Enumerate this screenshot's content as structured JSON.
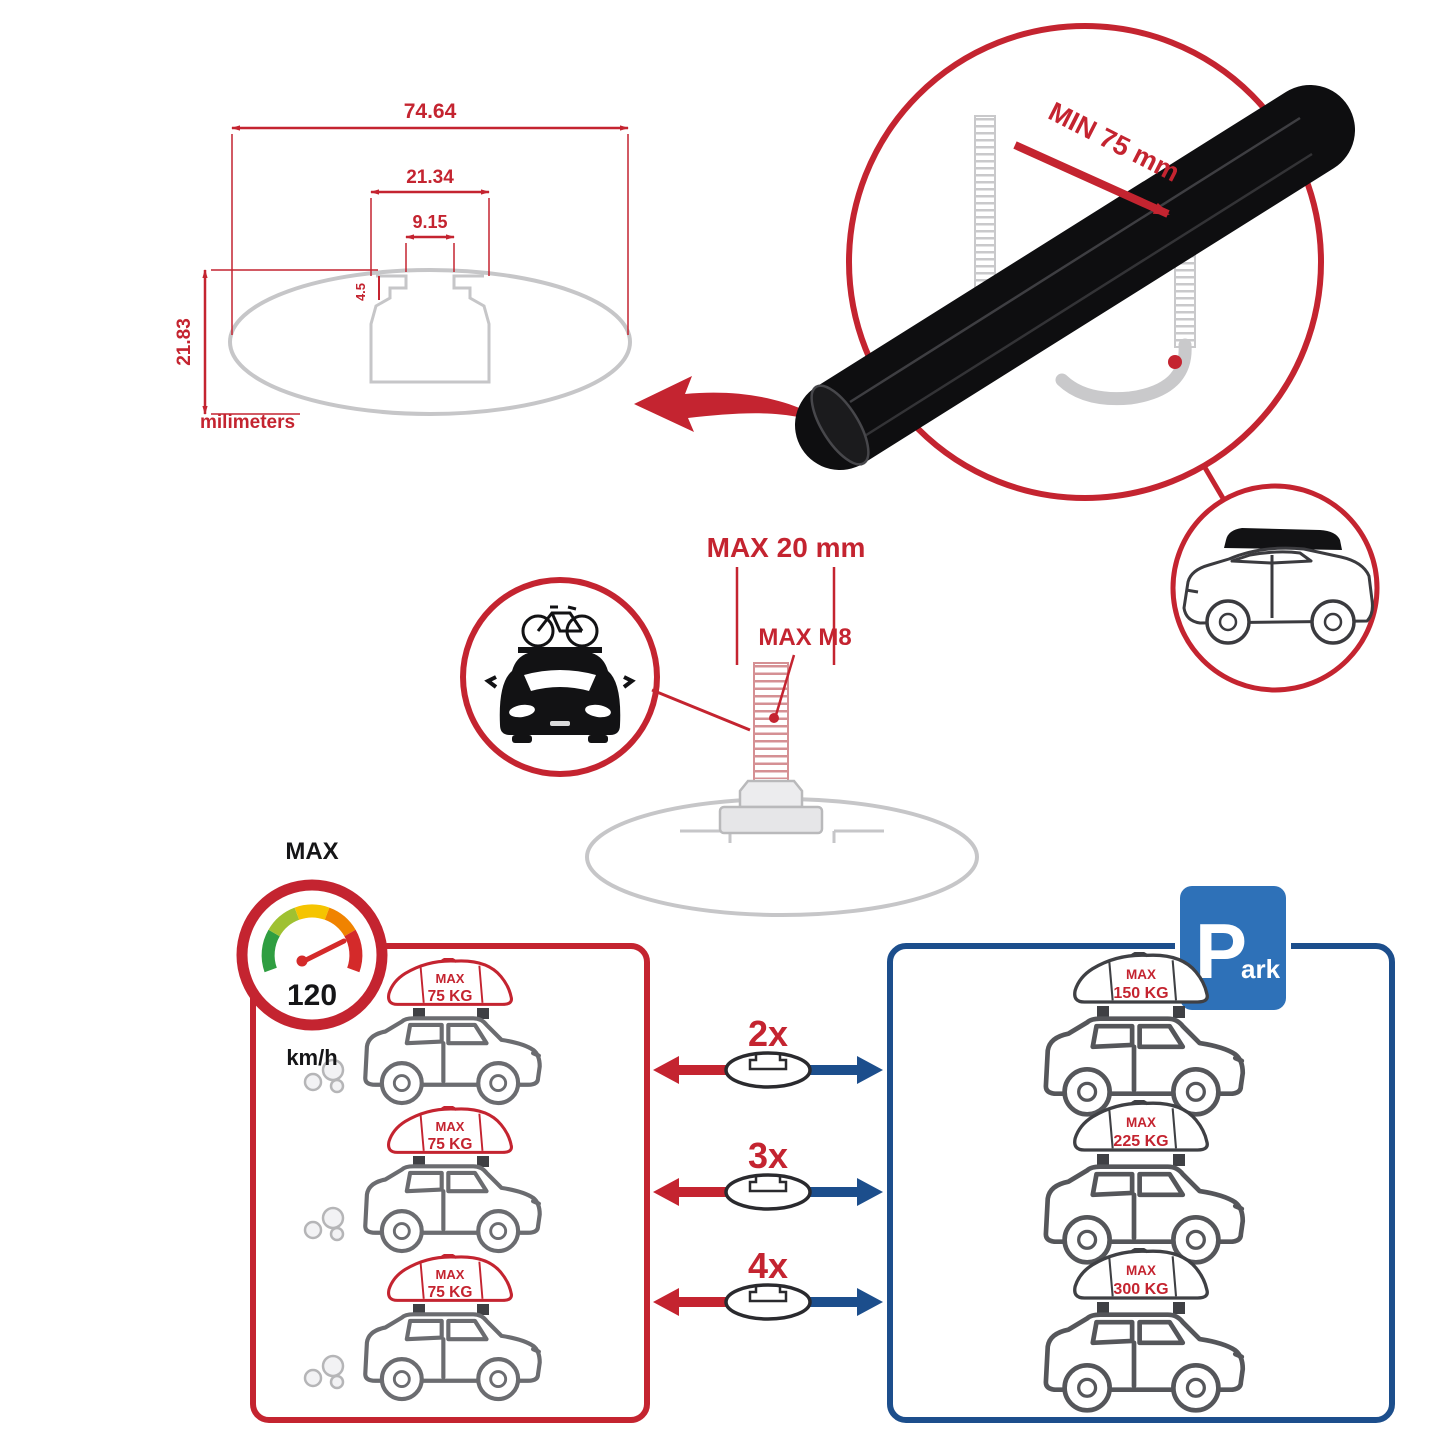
{
  "colors": {
    "accent_red": "#c42430",
    "accent_blue": "#1c4e8c",
    "park_blue": "#2e71b8",
    "profile_gray": "#c6c6c8",
    "bar_black": "#0e0e10"
  },
  "profile_drawing": {
    "dim_outer_width": "74.64",
    "dim_slot_width": "21.34",
    "dim_opening_width": "9.15",
    "dim_lip_depth": "4.5",
    "dim_total_height": "21.83",
    "units_label": "milimeters"
  },
  "bar_callout": {
    "min_span_label": "MIN 75 mm"
  },
  "bolt_callout": {
    "max_length_label": "MAX 20 mm",
    "max_thread_label": "MAX M8"
  },
  "speed_limit": {
    "title": "MAX",
    "value": "120",
    "unit": "km/h"
  },
  "park_sign": {
    "letter": "P",
    "suffix": "ark"
  },
  "capacity": {
    "multipliers": [
      "2x",
      "3x",
      "4x"
    ],
    "driving_cars": [
      {
        "max_label": "MAX",
        "weight": "75 KG"
      },
      {
        "max_label": "MAX",
        "weight": "75 KG"
      },
      {
        "max_label": "MAX",
        "weight": "75 KG"
      }
    ],
    "parked_cars": [
      {
        "max_label": "MAX",
        "weight": "150 KG"
      },
      {
        "max_label": "MAX",
        "weight": "225 KG"
      },
      {
        "max_label": "MAX",
        "weight": "300 KG"
      }
    ]
  }
}
